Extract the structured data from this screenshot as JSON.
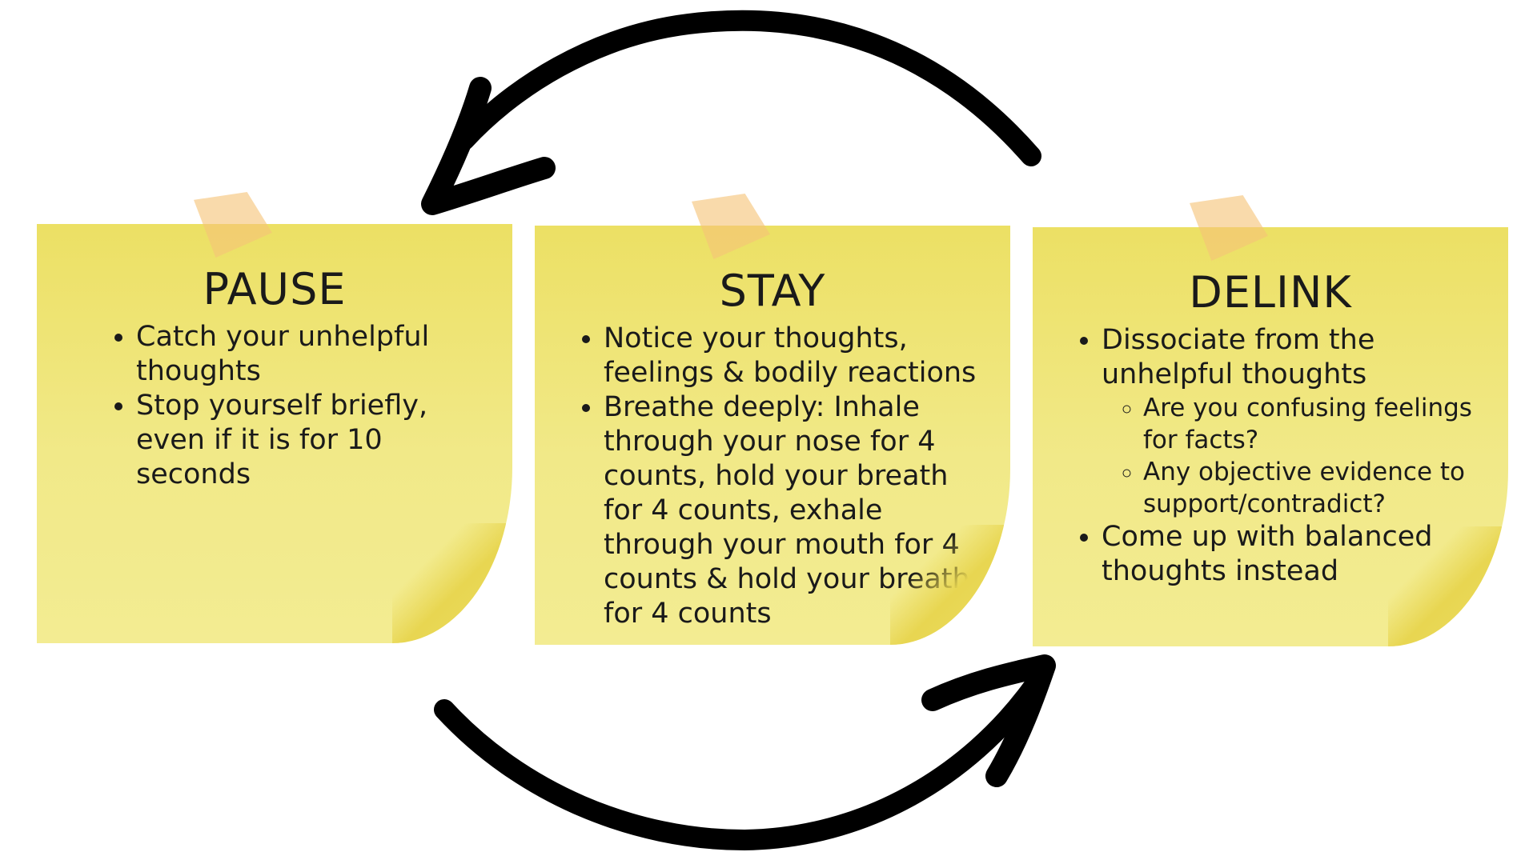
{
  "notes": [
    {
      "title": "PAUSE",
      "bullets": [
        "Catch your unhelpful thoughts",
        "Stop yourself briefly, even if it is for 10 seconds"
      ]
    },
    {
      "title": "STAY",
      "bullets": [
        "Notice your thoughts, feelings & bodily reactions",
        "Breathe deeply: Inhale through your nose for 4 counts, hold your breath for 4 counts, exhale through your mouth for 4 counts & hold your breath for 4 counts"
      ]
    },
    {
      "title": "DELINK",
      "bullets": [
        "Dissociate from the unhelpful thoughts",
        "Come up with balanced thoughts instead"
      ],
      "sub_bullets": [
        "Are you confusing feelings for facts?",
        "Any objective evidence to support/contradict?"
      ]
    }
  ],
  "colors": {
    "note": "#f1e884",
    "tape": "#f5c37a",
    "arrow": "#000000"
  },
  "icons": [
    "cycle-arrow-top-icon",
    "cycle-arrow-bottom-icon"
  ]
}
